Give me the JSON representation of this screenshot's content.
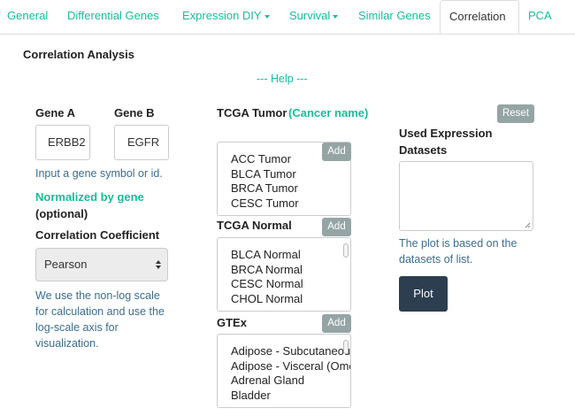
{
  "nav": {
    "tabs": [
      {
        "label": "General"
      },
      {
        "label": "Differential Genes"
      },
      {
        "label": "Expression DIY"
      },
      {
        "label": "Survival"
      },
      {
        "label": "Similar Genes"
      },
      {
        "label": "Correlation"
      },
      {
        "label": "PCA"
      }
    ],
    "active": "Correlation"
  },
  "section_title": "Correlation Analysis",
  "help_link": "--- Help ---",
  "genes": {
    "gene_a_label": "Gene A",
    "gene_a_value": "ERBB2",
    "gene_b_label": "Gene B",
    "gene_b_value": "EGFR",
    "hint": "Input a gene symbol or id.",
    "normalized_label": "Normalized by gene",
    "optional_label": "(optional)"
  },
  "coefficient": {
    "label": "Correlation Coefficient",
    "selected": "Pearson",
    "note": "We use the non-log scale for calculation and use the log-scale axis for visualization."
  },
  "tcga_tumor": {
    "label": "TCGA Tumor",
    "cancer_name_label": "(Cancer name)",
    "add_label": "Add",
    "items": [
      "ACC Tumor",
      "BLCA Tumor",
      "BRCA Tumor",
      "CESC Tumor"
    ]
  },
  "tcga_normal": {
    "label": "TCGA Normal",
    "add_label": "Add",
    "items": [
      "BLCA Normal",
      "BRCA Normal",
      "CESC Normal",
      "CHOL Normal"
    ]
  },
  "gtex": {
    "label": "GTEx",
    "add_label": "Add",
    "items": [
      "Adipose - Subcutaneous",
      "Adipose - Visceral (Omentum)",
      "Adrenal Gland",
      "Bladder"
    ]
  },
  "datasets": {
    "reset_label": "Reset",
    "label": "Used Expression Datasets",
    "note": "The plot is based on the datasets of list.",
    "plot_label": "Plot"
  },
  "colors": {
    "accent": "#1abc9c",
    "dark_button": "#2c3e50",
    "gray_button": "#95a5a6"
  }
}
